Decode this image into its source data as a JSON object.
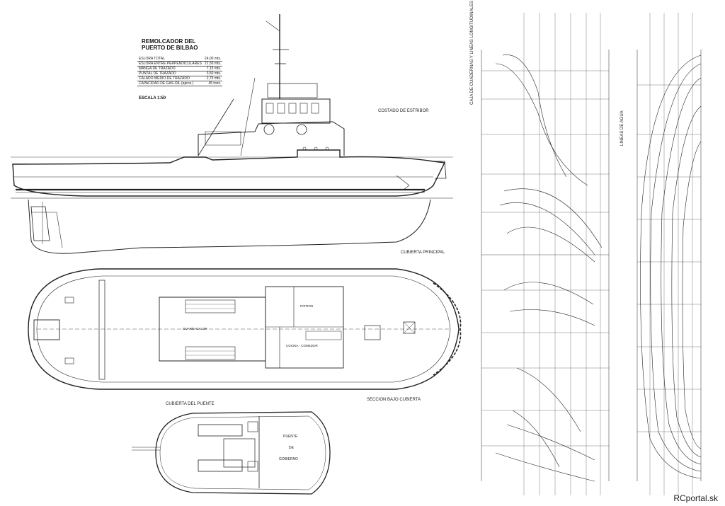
{
  "title_lines": [
    "REMOLCADOR DEL",
    "PUERTO DE BILBAO"
  ],
  "specs": [
    {
      "label": "ESLORA TOTAL",
      "value": "24,00 mts."
    },
    {
      "label": "ESLORA ENTRE PERPENDICULARES",
      "value": "21,50 mts."
    },
    {
      "label": "MANGA DE TRAZADO",
      "value": "7,15 mts."
    },
    {
      "label": "PUNTAL DE TRAZADO",
      "value": "3,50 mts."
    },
    {
      "label": "CALADO MEDIO DE TRAZADO",
      "value": "2,75 mts."
    },
    {
      "label": "CAPACIDAD DE GAS-OIL (aprox.)",
      "value": "45 tons."
    }
  ],
  "scale": "ESCALA 1:50",
  "views": {
    "starboard": "COSTADO DE ESTRIBOR",
    "main_deck": "CUBIERTA PRINCIPAL",
    "below_deck": "SECCION BAJO CUBIERTA",
    "bridge_deck": "CUBIERTA DEL PUENTE",
    "frames": "CAJA DE CUADERNAS Y LINEAS LONGITUDINALES",
    "waterlines": "LINEAS DE AGUA"
  },
  "rooms": {
    "guardacalor": "GUARDACALOR",
    "patron": "PATRON",
    "cocina": "COCINA - COMEDOR",
    "puente1": "PUENTE",
    "puente2": "DE",
    "puente3": "GOBIERNO"
  },
  "watermark": "RCportal.sk"
}
